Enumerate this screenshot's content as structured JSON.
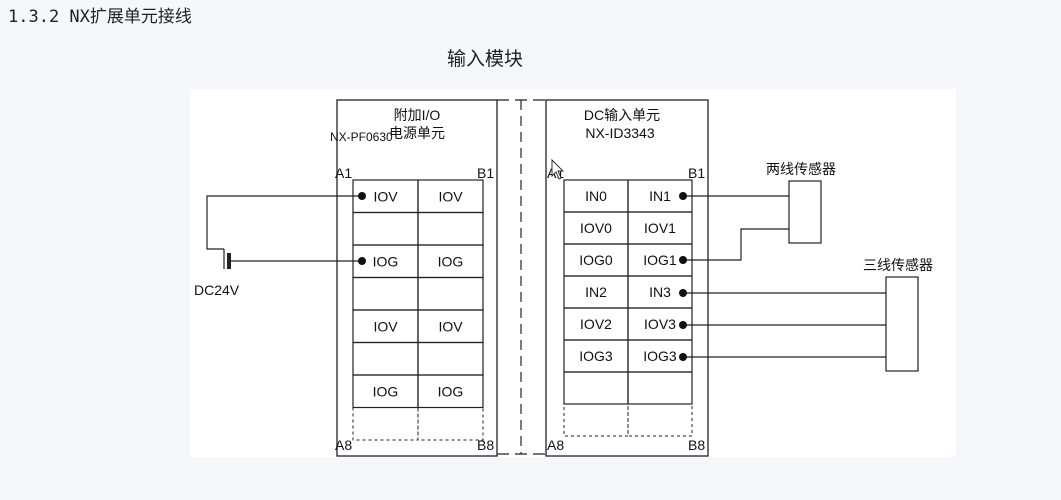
{
  "page": {
    "heading": "1.3.2 NX扩展单元接线",
    "subtitle": "输入模块"
  },
  "diagram": {
    "left_unit": {
      "title_line1": "附加I/O",
      "title_line2": "电源单元",
      "model": "NX-PF0630",
      "corner_tl": "A1",
      "corner_tr": "B1",
      "corner_bl": "A8",
      "corner_br": "B8",
      "rows": [
        [
          "IOV",
          "IOV"
        ],
        [
          "",
          ""
        ],
        [
          "IOG",
          "IOG"
        ],
        [
          "",
          ""
        ],
        [
          "IOV",
          "IOV"
        ],
        [
          "",
          ""
        ],
        [
          "IOG",
          "IOG"
        ],
        [
          "",
          ""
        ]
      ]
    },
    "right_unit": {
      "title_line1": "DC输入单元",
      "model": "NX-ID3343",
      "corner_tl": "A1",
      "corner_tr": "B1",
      "corner_bl": "A8",
      "corner_br": "B8",
      "rows": [
        [
          "IN0",
          "IN1"
        ],
        [
          "IOV0",
          "IOV1"
        ],
        [
          "IOG0",
          "IOG1"
        ],
        [
          "IN2",
          "IN3"
        ],
        [
          "IOV2",
          "IOV3"
        ],
        [
          "IOG3",
          "IOG3"
        ],
        [
          "",
          ""
        ],
        [
          "",
          ""
        ]
      ]
    },
    "power_label": "DC24V",
    "two_wire_label": "两线传感器",
    "three_wire_label": "三线传感器"
  }
}
